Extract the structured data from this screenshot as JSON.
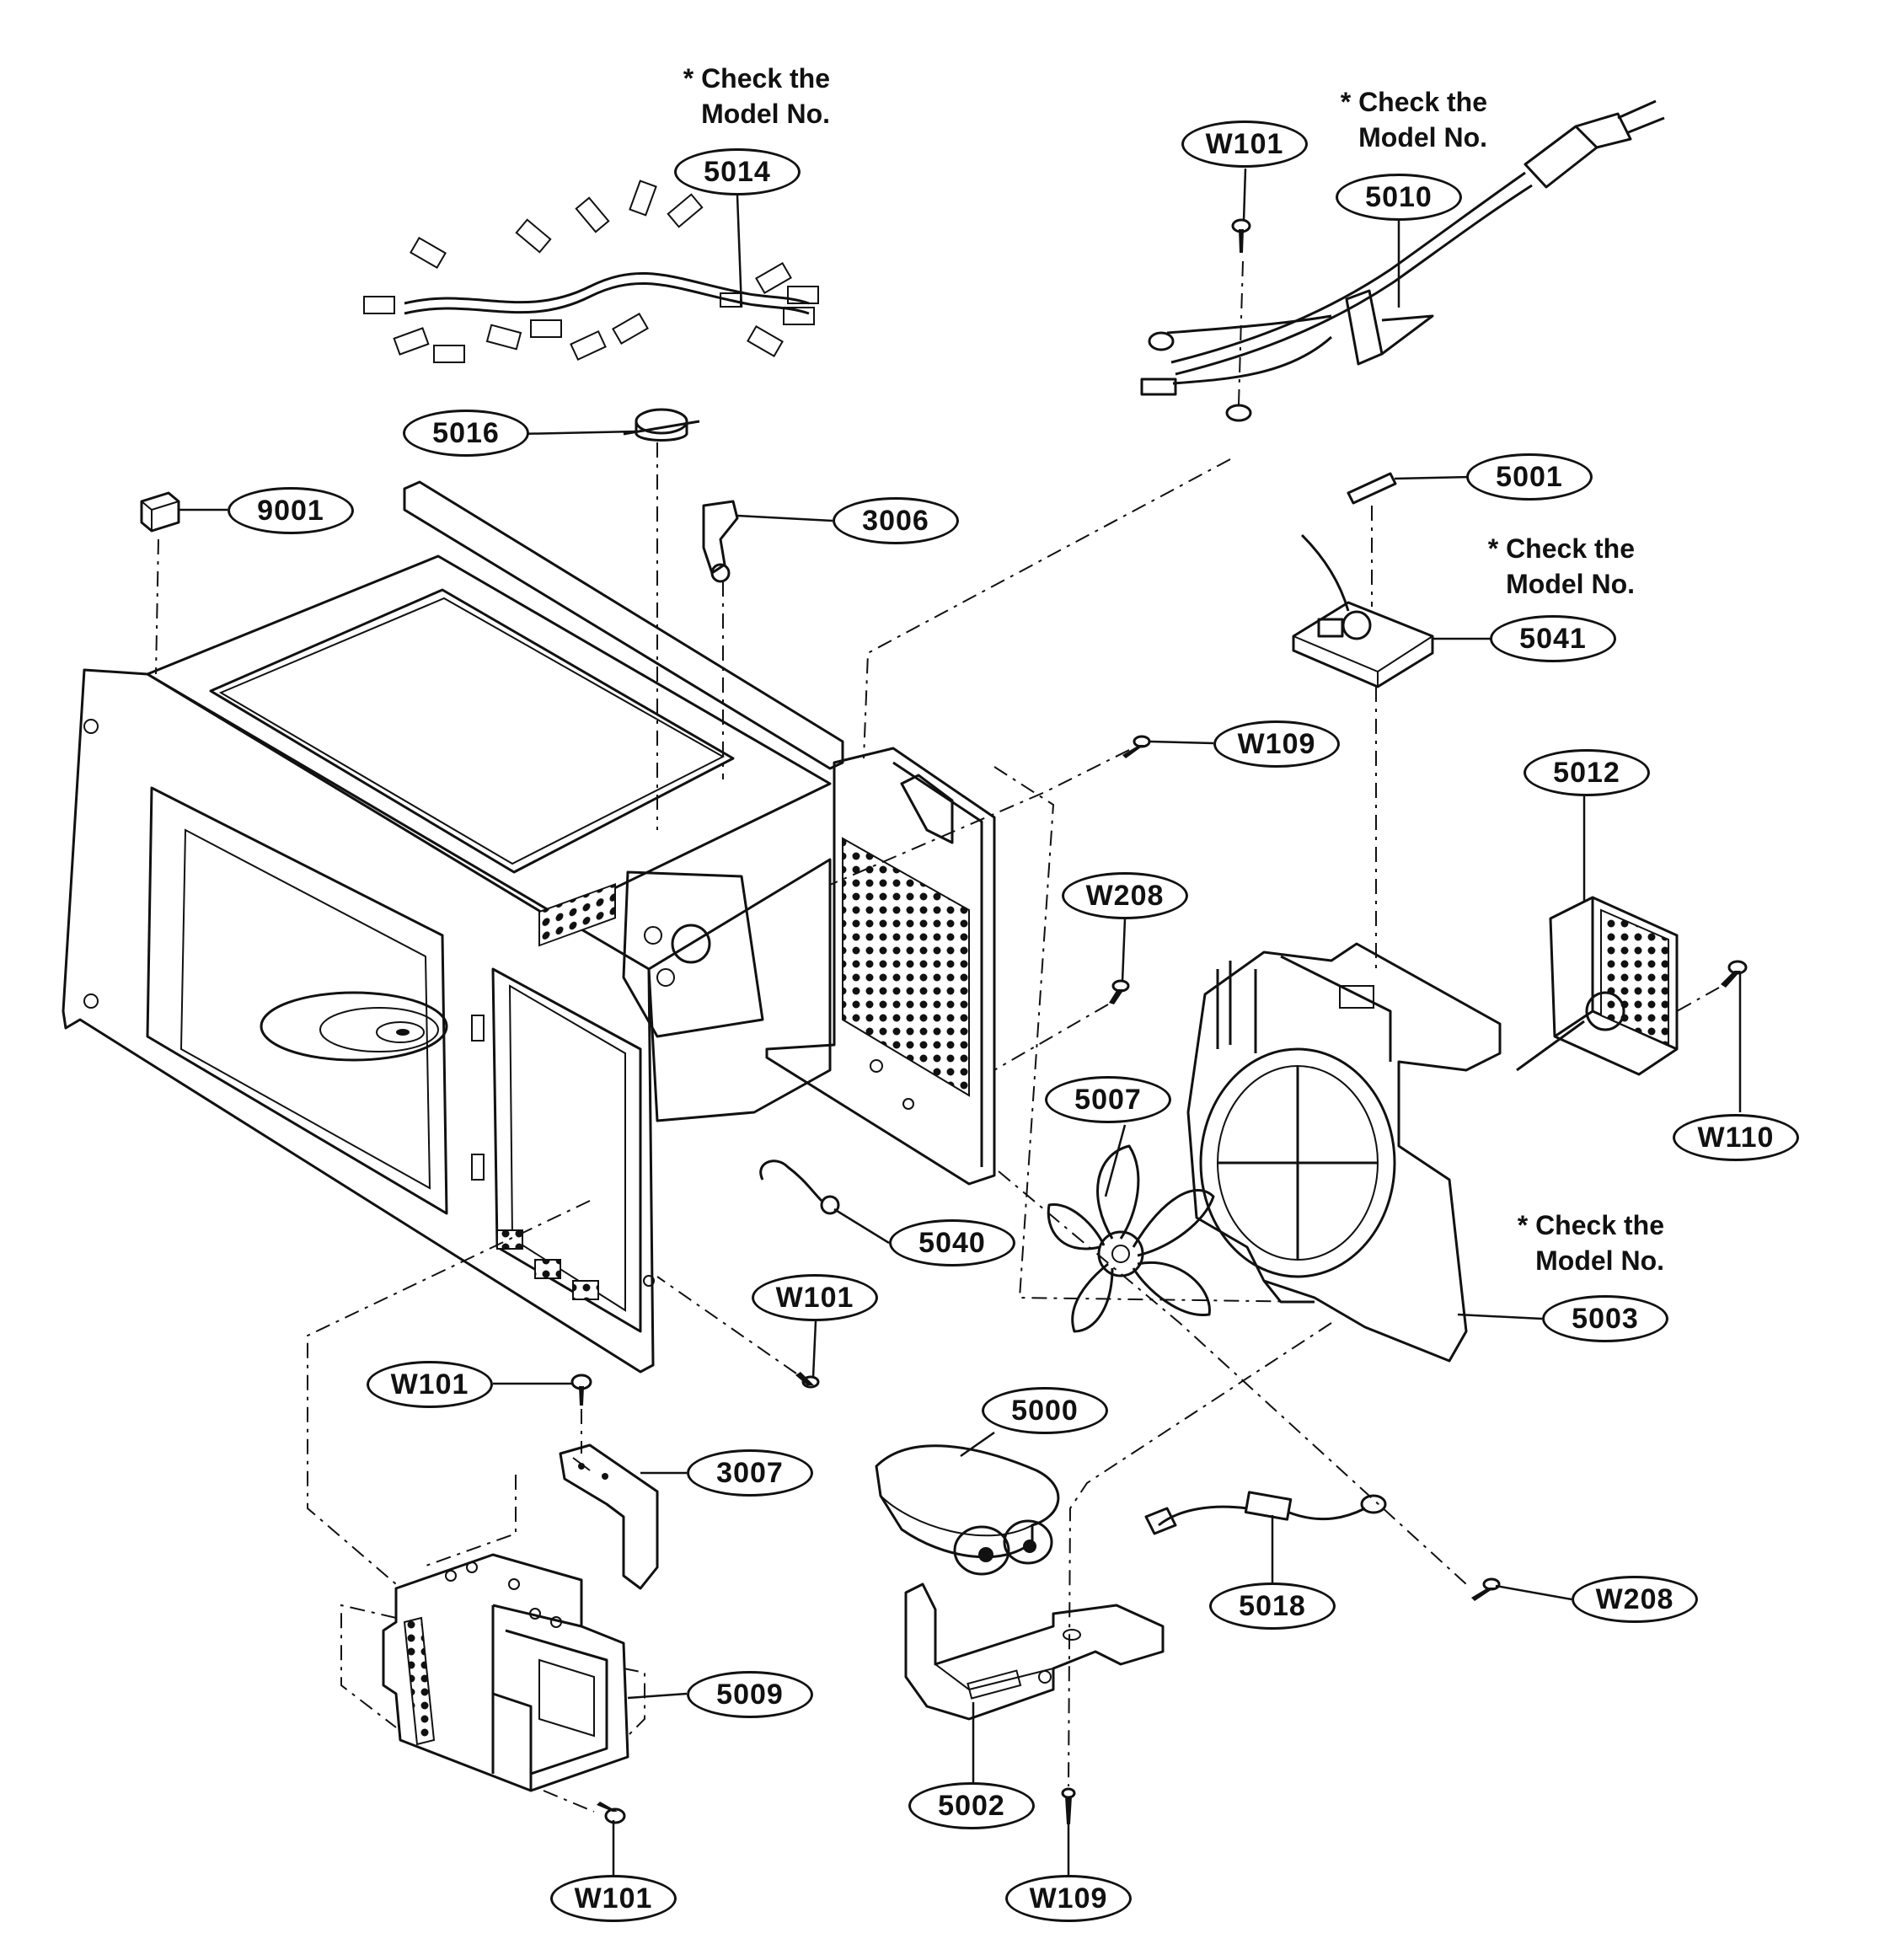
{
  "notes": [
    "* Check the\nModel No.",
    "* Check the\nModel No.",
    "* Check the\nModel No.",
    "* Check the\nModel No."
  ],
  "labels": {
    "p5014": "5014",
    "p5010": "5010",
    "pW101_top": "W101",
    "p5016": "5016",
    "p9001": "9001",
    "p3006": "3006",
    "p5001": "5001",
    "p5041": "5041",
    "pW109_top": "W109",
    "p5012": "5012",
    "pW208_mid": "W208",
    "p5007": "5007",
    "pW110": "W110",
    "p5040": "5040",
    "p5003": "5003",
    "pW101_mid": "W101",
    "pW101_left": "W101",
    "p3007": "3007",
    "p5000": "5000",
    "p5018": "5018",
    "pW208_low": "W208",
    "p5009": "5009",
    "p5002": "5002",
    "pW101_bottom": "W101",
    "pW109_bottom": "W109"
  }
}
